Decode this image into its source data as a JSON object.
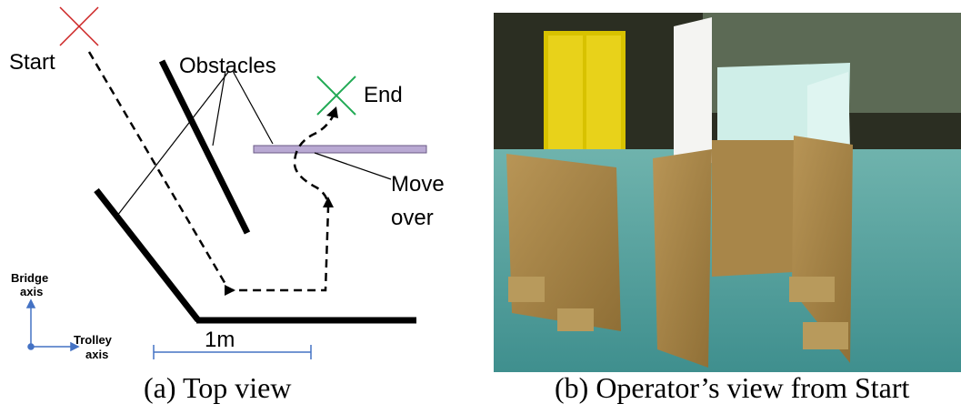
{
  "panel_a": {
    "labels": {
      "start": "Start",
      "obstacles": "Obstacles",
      "end": "End",
      "move_over": [
        "Move",
        "over"
      ],
      "bridge_axis": [
        "Bridge",
        "axis"
      ],
      "trolley_axis": [
        "Trolley",
        "axis"
      ],
      "scale": "1m"
    },
    "caption": "(a) Top view"
  },
  "panel_b": {
    "caption": "(b) Operator’s view from Start"
  },
  "colors": {
    "start_marker": "#cc2222",
    "end_marker": "#22aa55",
    "move_over_obstacle": "#b9a9d3",
    "axis_blue": "#4472c4"
  }
}
